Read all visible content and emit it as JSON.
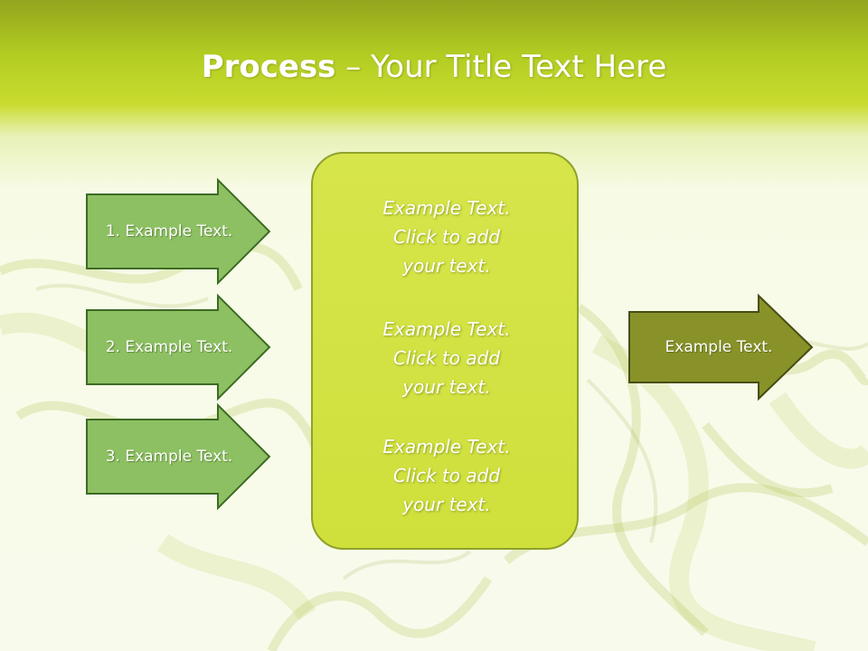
{
  "slide": {
    "title_bold": "Process",
    "title_rest": " – Your Title Text Here"
  },
  "left_arrows": [
    {
      "label": "1. Example Text."
    },
    {
      "label": "2. Example Text."
    },
    {
      "label": "3. Example Text."
    }
  ],
  "center_box": {
    "blocks": [
      {
        "line1": "Example Text.",
        "line2": "Click  to add",
        "line3": "your text."
      },
      {
        "line1": "Example Text.",
        "line2": "Click  to add",
        "line3": "your text."
      },
      {
        "line1": "Example Text.",
        "line2": "Click  to add",
        "line3": "your text."
      }
    ]
  },
  "right_arrow": {
    "label": "Example Text."
  },
  "colors": {
    "header_band": "#b3cc22",
    "left_arrow_fill": "#8dc062",
    "left_arrow_border": "#3d6b24",
    "center_box_fill": "#d3e345",
    "center_box_border": "#8fa12a",
    "right_arrow_fill": "#899229",
    "right_arrow_border": "#464d12"
  }
}
